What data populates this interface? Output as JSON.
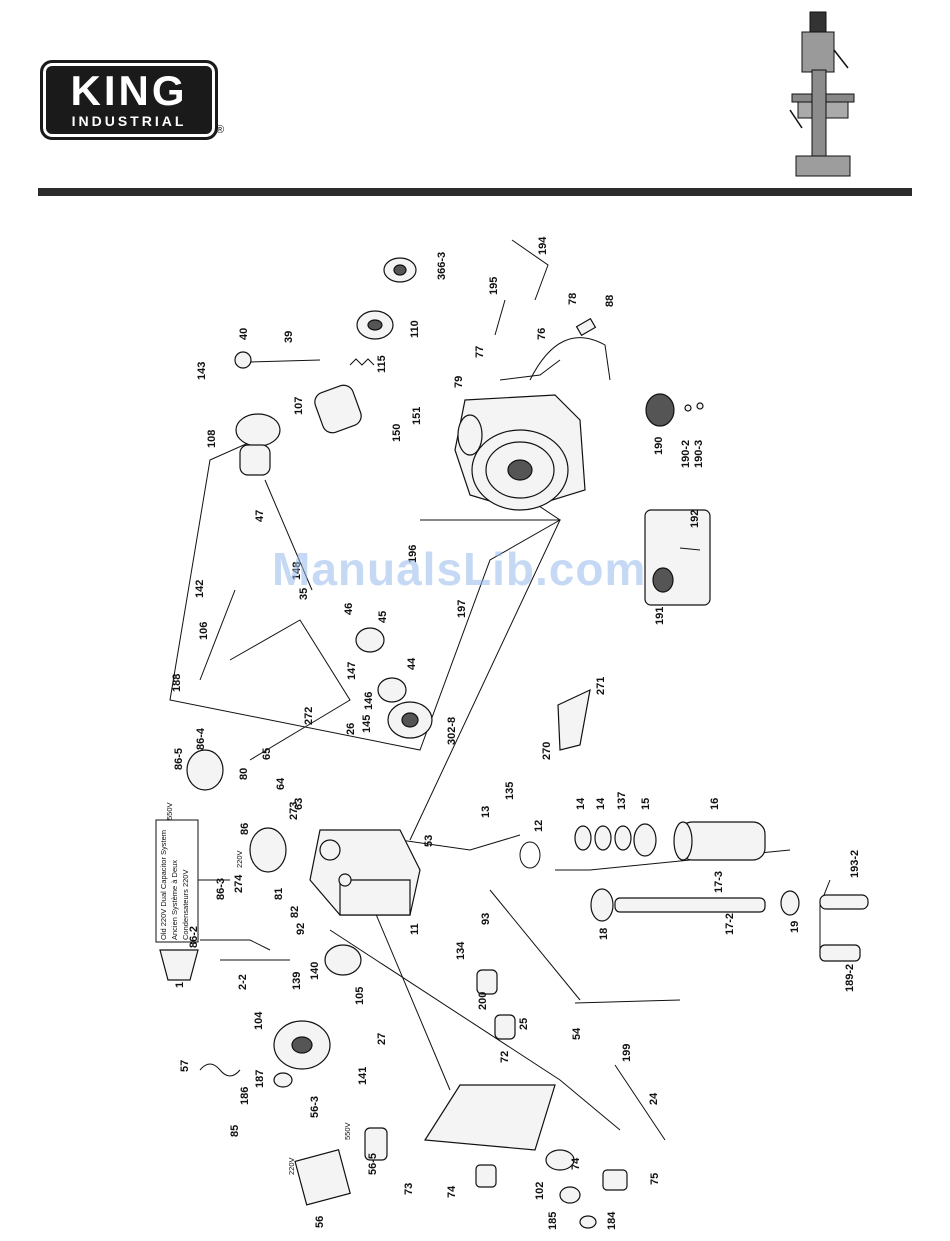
{
  "brand": {
    "name": "KING",
    "sub": "INDUSTRIAL",
    "reg": "®"
  },
  "watermark": "ManualsLib.com",
  "wiring_note": {
    "line1": "Old 220V Dual Capacitor System",
    "line2": "Ancien Système à Deux",
    "line3": "Condensateurs 220V",
    "v550a": "550V",
    "v220a": "220V",
    "v220b": "220V",
    "v550b": "550V"
  },
  "labels": [
    {
      "id": "p194",
      "t": "194"
    },
    {
      "id": "p195",
      "t": "195"
    },
    {
      "id": "p78",
      "t": "78"
    },
    {
      "id": "p88",
      "t": "88"
    },
    {
      "id": "p76",
      "t": "76"
    },
    {
      "id": "p77",
      "t": "77"
    },
    {
      "id": "p79",
      "t": "79"
    },
    {
      "id": "p151",
      "t": "151"
    },
    {
      "id": "p150",
      "t": "150"
    },
    {
      "id": "p366_3",
      "t": "366-3"
    },
    {
      "id": "p110",
      "t": "110"
    },
    {
      "id": "p40",
      "t": "40"
    },
    {
      "id": "p39",
      "t": "39"
    },
    {
      "id": "p115",
      "t": "115"
    },
    {
      "id": "p143",
      "t": "143"
    },
    {
      "id": "p107",
      "t": "107"
    },
    {
      "id": "p108",
      "t": "108"
    },
    {
      "id": "p47",
      "t": "47"
    },
    {
      "id": "p148",
      "t": "148"
    },
    {
      "id": "p35",
      "t": "35"
    },
    {
      "id": "p196",
      "t": "196"
    },
    {
      "id": "p197",
      "t": "197"
    },
    {
      "id": "p142",
      "t": "142"
    },
    {
      "id": "p106",
      "t": "106"
    },
    {
      "id": "p46",
      "t": "46"
    },
    {
      "id": "p45",
      "t": "45"
    },
    {
      "id": "p147",
      "t": "147"
    },
    {
      "id": "p44",
      "t": "44"
    },
    {
      "id": "p146",
      "t": "146"
    },
    {
      "id": "p145",
      "t": "145"
    },
    {
      "id": "p302_8",
      "t": "302-8"
    },
    {
      "id": "p188",
      "t": "188"
    },
    {
      "id": "p190",
      "t": "190"
    },
    {
      "id": "p190_2",
      "t": "190-2"
    },
    {
      "id": "p190_3",
      "t": "190-3"
    },
    {
      "id": "p192",
      "t": "192"
    },
    {
      "id": "p191",
      "t": "191"
    },
    {
      "id": "p271",
      "t": "271"
    },
    {
      "id": "p270",
      "t": "270"
    },
    {
      "id": "p272",
      "t": "272"
    },
    {
      "id": "p26",
      "t": "26"
    },
    {
      "id": "p65",
      "t": "65"
    },
    {
      "id": "p86_4",
      "t": "86-4"
    },
    {
      "id": "p86_5",
      "t": "86-5"
    },
    {
      "id": "p80",
      "t": "80"
    },
    {
      "id": "p64",
      "t": "64"
    },
    {
      "id": "p63",
      "t": "63"
    },
    {
      "id": "p273",
      "t": "273"
    },
    {
      "id": "p86",
      "t": "86"
    },
    {
      "id": "p53",
      "t": "53"
    },
    {
      "id": "p13",
      "t": "13"
    },
    {
      "id": "p135",
      "t": "135"
    },
    {
      "id": "p12",
      "t": "12"
    },
    {
      "id": "p14a",
      "t": "14"
    },
    {
      "id": "p14b",
      "t": "14"
    },
    {
      "id": "p137",
      "t": "137"
    },
    {
      "id": "p15",
      "t": "15"
    },
    {
      "id": "p16",
      "t": "16"
    },
    {
      "id": "p86_3",
      "t": "86-3"
    },
    {
      "id": "p86_2",
      "t": "86-2"
    },
    {
      "id": "p274",
      "t": "274"
    },
    {
      "id": "p81",
      "t": "81"
    },
    {
      "id": "p82",
      "t": "82"
    },
    {
      "id": "p11",
      "t": "11"
    },
    {
      "id": "p92",
      "t": "92"
    },
    {
      "id": "p134",
      "t": "134"
    },
    {
      "id": "p93",
      "t": "93"
    },
    {
      "id": "p17_3",
      "t": "17-3"
    },
    {
      "id": "p18",
      "t": "18"
    },
    {
      "id": "p17_2",
      "t": "17-2"
    },
    {
      "id": "p19",
      "t": "19"
    },
    {
      "id": "p193_2",
      "t": "193-2"
    },
    {
      "id": "p189_2",
      "t": "189-2"
    },
    {
      "id": "p1",
      "t": "1"
    },
    {
      "id": "p2_2",
      "t": "2-2"
    },
    {
      "id": "p140",
      "t": "140"
    },
    {
      "id": "p139",
      "t": "139"
    },
    {
      "id": "p105",
      "t": "105"
    },
    {
      "id": "p200",
      "t": "200"
    },
    {
      "id": "p25",
      "t": "25"
    },
    {
      "id": "p104",
      "t": "104"
    },
    {
      "id": "p27",
      "t": "27"
    },
    {
      "id": "p54",
      "t": "54"
    },
    {
      "id": "p141",
      "t": "141"
    },
    {
      "id": "p72",
      "t": "72"
    },
    {
      "id": "p57",
      "t": "57"
    },
    {
      "id": "p187",
      "t": "187"
    },
    {
      "id": "p186",
      "t": "186"
    },
    {
      "id": "p199",
      "t": "199"
    },
    {
      "id": "p85",
      "t": "85"
    },
    {
      "id": "p56_3",
      "t": "56-3"
    },
    {
      "id": "p24",
      "t": "24"
    },
    {
      "id": "p56_5",
      "t": "56-5"
    },
    {
      "id": "p73",
      "t": "73"
    },
    {
      "id": "p74a",
      "t": "74"
    },
    {
      "id": "p102",
      "t": "102"
    },
    {
      "id": "p74b",
      "t": "74"
    },
    {
      "id": "p75",
      "t": "75"
    },
    {
      "id": "p185",
      "t": "185"
    },
    {
      "id": "p184",
      "t": "184"
    },
    {
      "id": "p56",
      "t": "56"
    }
  ]
}
